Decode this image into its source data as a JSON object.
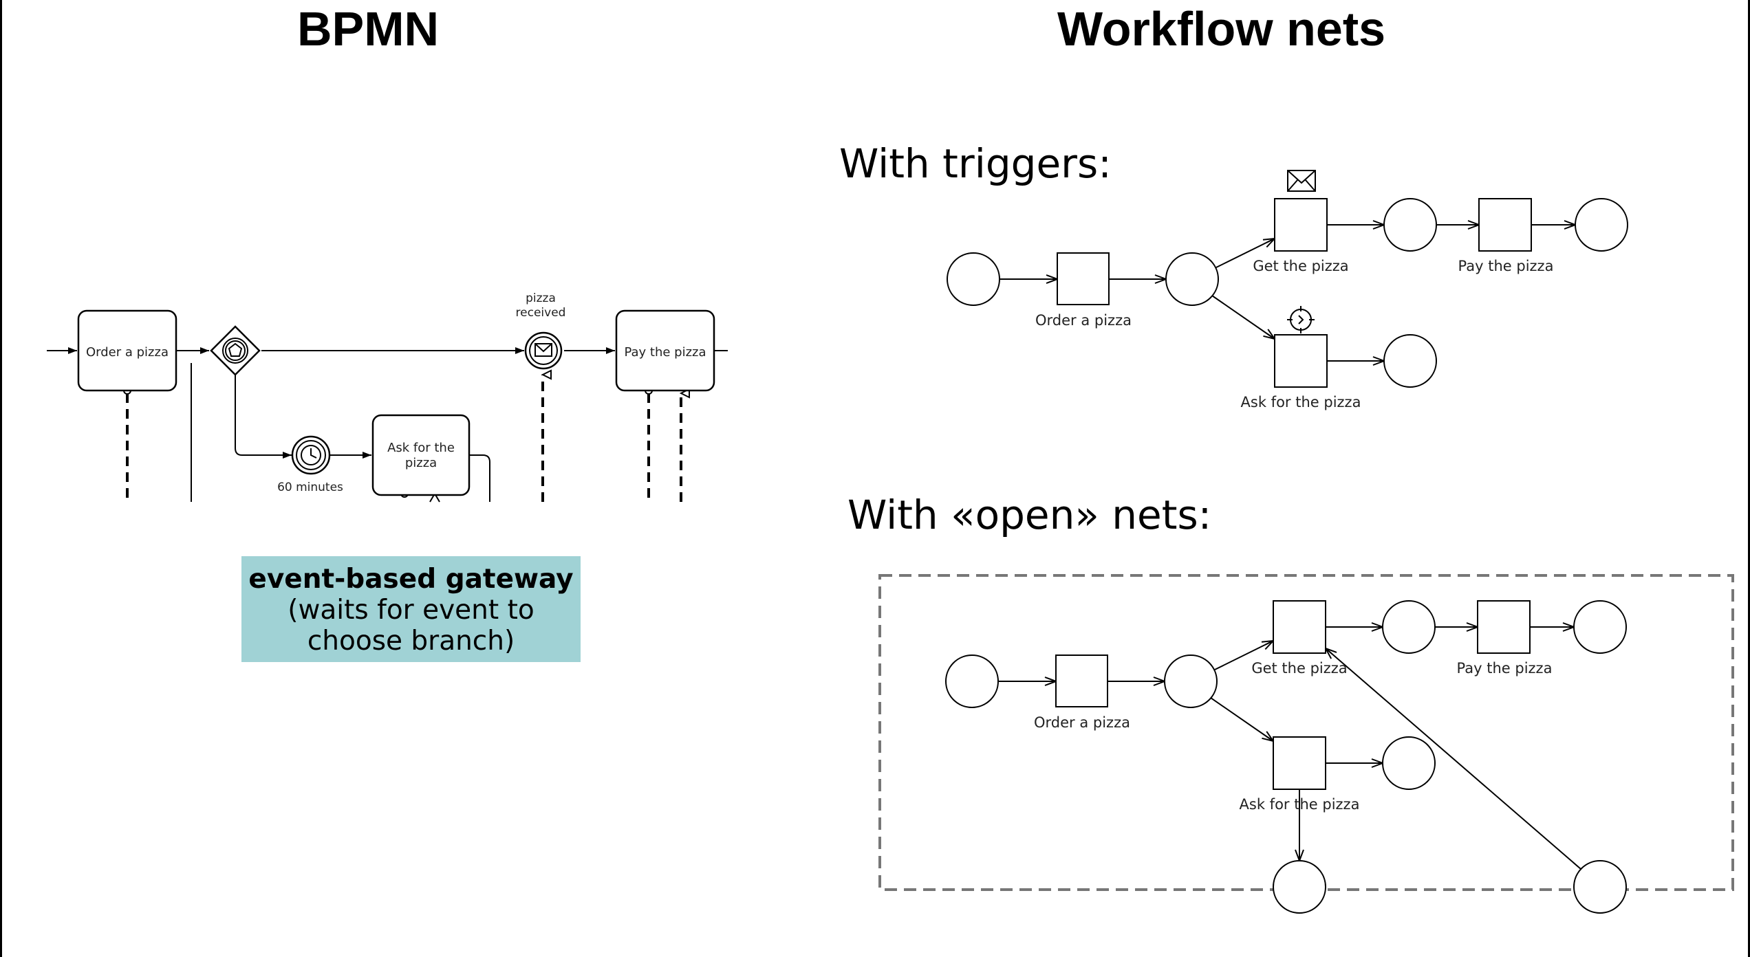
{
  "titles": {
    "left": "BPMN",
    "right": "Workflow nets"
  },
  "sections": {
    "triggers": "With triggers:",
    "open": "With «open» nets:"
  },
  "bpmn": {
    "task_order": "Order a pizza",
    "task_pay": "Pay the pizza",
    "task_ask_line1": "Ask for the",
    "task_ask_line2": "pizza",
    "event_received_line1": "pizza",
    "event_received_line2": "received",
    "timer_label": "60 minutes"
  },
  "callout": {
    "bold": "event-based gateway",
    "line2": "(waits for event to",
    "line3": "choose branch)"
  },
  "net_triggers": {
    "order": "Order a pizza",
    "get": "Get the pizza",
    "pay": "Pay the pizza",
    "ask": "Ask for the pizza"
  },
  "net_open": {
    "order": "Order a pizza",
    "get": "Get the pizza",
    "pay": "Pay the pizza",
    "ask": "Ask for the pizza"
  }
}
